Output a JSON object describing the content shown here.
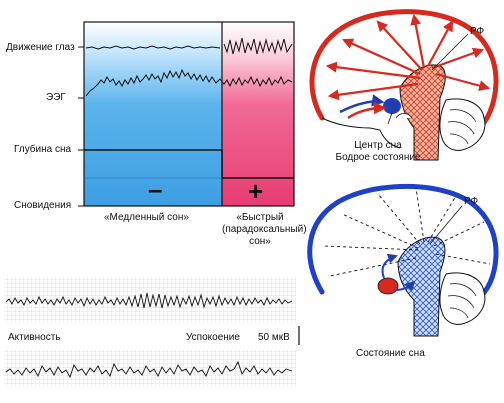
{
  "sleep_chart": {
    "labels": {
      "eye_movement": "Движение глаз",
      "eeg": "ЭЭГ",
      "sleep_depth": "Глубина сна",
      "dreams": "Сновидения"
    },
    "phases": {
      "slow_sleep": "«Медленный сон»",
      "fast_sleep_line1": "«Быстрый",
      "fast_sleep_line2": "(парадоксальный)",
      "fast_sleep_line3": "сон»"
    },
    "dream_signs": {
      "slow": "–",
      "fast": "+"
    },
    "colors": {
      "slow_blue": "#4aa8e6",
      "fast_pink": "#e9467a",
      "white": "#ffffff"
    }
  },
  "eeg_traces": {
    "activity_label": "Активность",
    "calm_label": "Успокоение",
    "scale_label": "50 мкВ"
  },
  "brain_awake": {
    "rf_label": "РФ",
    "center_line1": "Центр сна",
    "center_line2": "Бодрое состояние",
    "colors": {
      "arrows": "#d62a1f",
      "center": "#1f3fb0",
      "stem": "#f0a48a"
    }
  },
  "brain_sleep": {
    "rf_label": "РФ",
    "state_label": "Состояние сна",
    "colors": {
      "cortex": "#1f40c8",
      "center": "#d62a1f",
      "stem": "#a9c7f0"
    }
  }
}
